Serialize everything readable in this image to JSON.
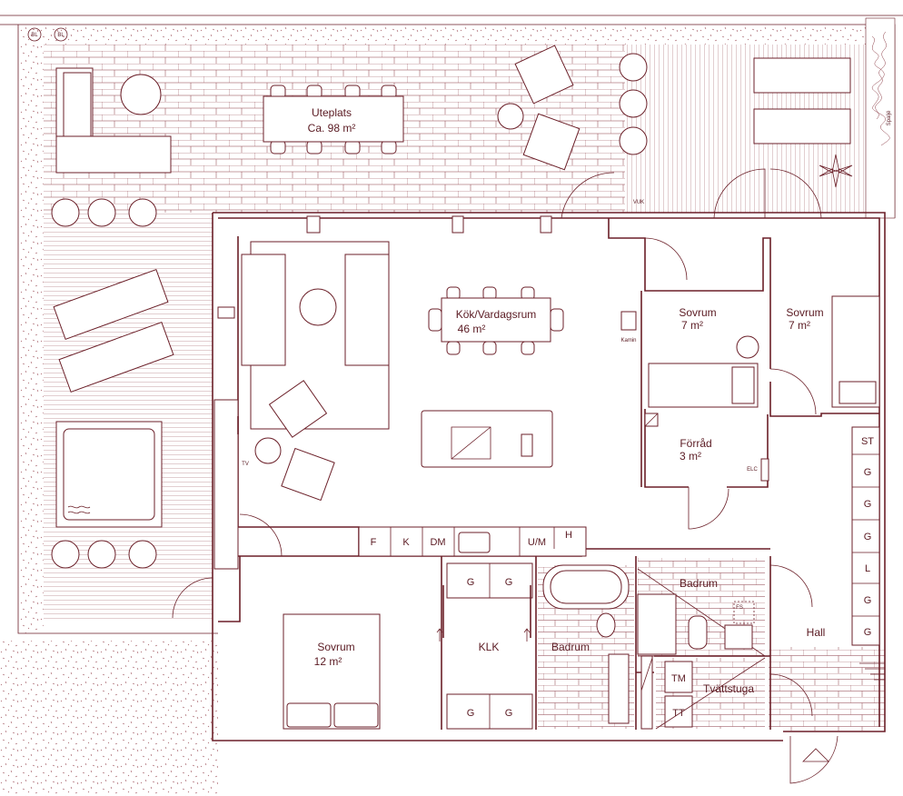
{
  "rooms": {
    "uteplats": {
      "name": "Uteplats",
      "area": "Ca. 98 m²"
    },
    "kok": {
      "name": "Kök/Vardagsrum",
      "area": "46 m²"
    },
    "sovrum1": {
      "name": "Sovrum",
      "area": "7 m²"
    },
    "sovrum2": {
      "name": "Sovrum",
      "area": "7 m²"
    },
    "forrad": {
      "name": "Förråd",
      "area": "3 m²"
    },
    "sovrum3": {
      "name": "Sovrum",
      "area": "12 m²"
    },
    "klk": {
      "name": "KLK"
    },
    "badrum1": {
      "name": "Badrum"
    },
    "badrum2": {
      "name": "Badrum"
    },
    "tvattstuga": {
      "name": "Tvättstuga"
    },
    "hall": {
      "name": "Hall"
    }
  },
  "labels": {
    "bl1": "BL",
    "bl2": "BL",
    "vuk": "VUK",
    "kamin": "Kamin",
    "tv": "TV",
    "elc": "ELC",
    "fs": "FS",
    "spalje": "Spaljé",
    "f": "F",
    "k": "K",
    "dm": "DM",
    "um": "U/M",
    "h": "H",
    "st": "ST",
    "g": "G",
    "l": "L",
    "tm": "TM",
    "tt": "TT"
  },
  "colors": {
    "line": "#6b1f28"
  }
}
